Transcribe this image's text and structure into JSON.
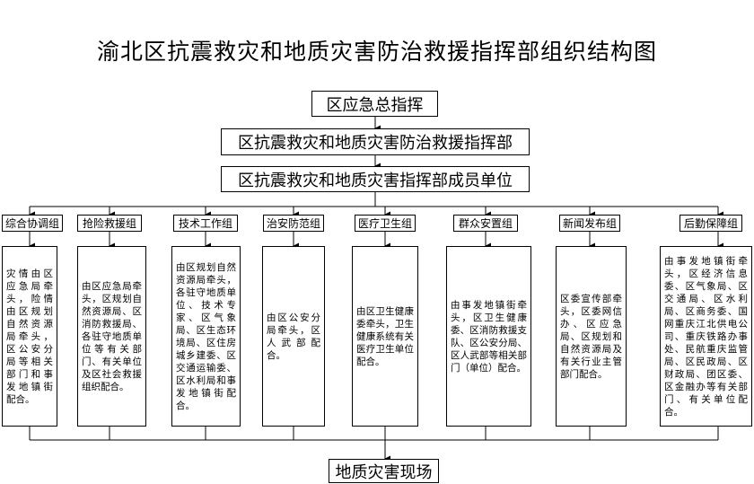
{
  "title": "渝北区抗震救灾和地质灾害防治救援指挥部组织结构图",
  "command": "区应急总指挥",
  "hq": "区抗震救灾和地质灾害防治救援指挥部",
  "members": "区抗震救灾和地质灾害指挥部成员单位",
  "site": "地质灾害现场",
  "groups": [
    {
      "name": "综合协调组",
      "desc": "灾情由区应急局牵头，险情由区规划自然资源局牵头，区公安分局等相关部门和事发地镇街配合。"
    },
    {
      "name": "抢险救援组",
      "desc": "由区应急局牵头，区规划自然资源局、区消防救援局、各驻守地质单位等有关部门、有关单位及区社会救援组织配合。"
    },
    {
      "name": "技术工作组",
      "desc": "由区规划自然资源局牵头，各驻守地质单位、技术专家、区气象局、区生态环境局、区住房城乡建委、区交通运输委、区水利局和事发地镇街配合。"
    },
    {
      "name": "治安防范组",
      "desc": "由区公安分局牵头，区人武部配合。"
    },
    {
      "name": "医疗卫生组",
      "desc": "由区卫生健康委牵头，卫生健康系统有关医疗卫生单位配合。"
    },
    {
      "name": "群众安置组",
      "desc": "由事发地镇街牵头，区卫生健康委、区消防救援支队、区公安分局、区人武部等相关部门（单位）配合。"
    },
    {
      "name": "新闻发布组",
      "desc": "区委宣传部牵头，区委网信办、区应急局、区规划和自然资源局及有关行业主管部门配合。"
    },
    {
      "name": "后勤保障组",
      "desc": "由事发地镇街牵头，区经济信息委、区气象局、区交通局、区水利局、区商务委、国网重庆江北供电公司、重庆铁路办事处、民航重庆监管局、区民政局、区财政局、团区委、区金融办等有关部门、有关单位配合。"
    }
  ]
}
